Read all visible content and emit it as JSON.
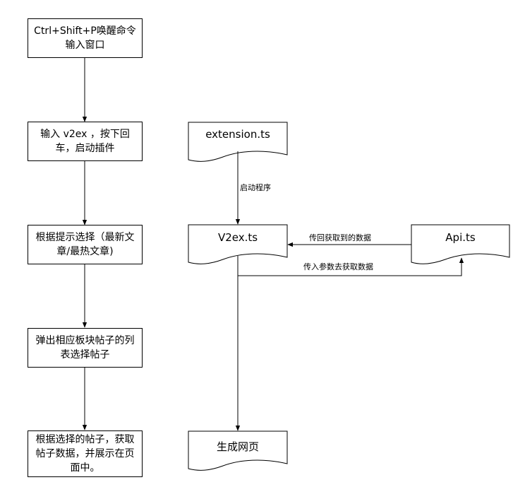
{
  "left_flow": [
    "Ctrl+Shift+P唤醒命令输入窗口",
    "输入 v2ex ，按下回车，启动插件",
    "根据提示选择（最新文章/最热文章)",
    "弹出相应板块帖子的列表选择帖子",
    "根据选择的帖子，获取帖子数据，并展示在页面中。"
  ],
  "documents": {
    "extension": "extension.ts",
    "v2ex": "V2ex.ts",
    "api": "Api.ts",
    "page": "生成网页"
  },
  "edge_labels": {
    "start": "启动程序",
    "return_data": "传回获取到的数据",
    "send_params": "传入参数去获取数据"
  }
}
